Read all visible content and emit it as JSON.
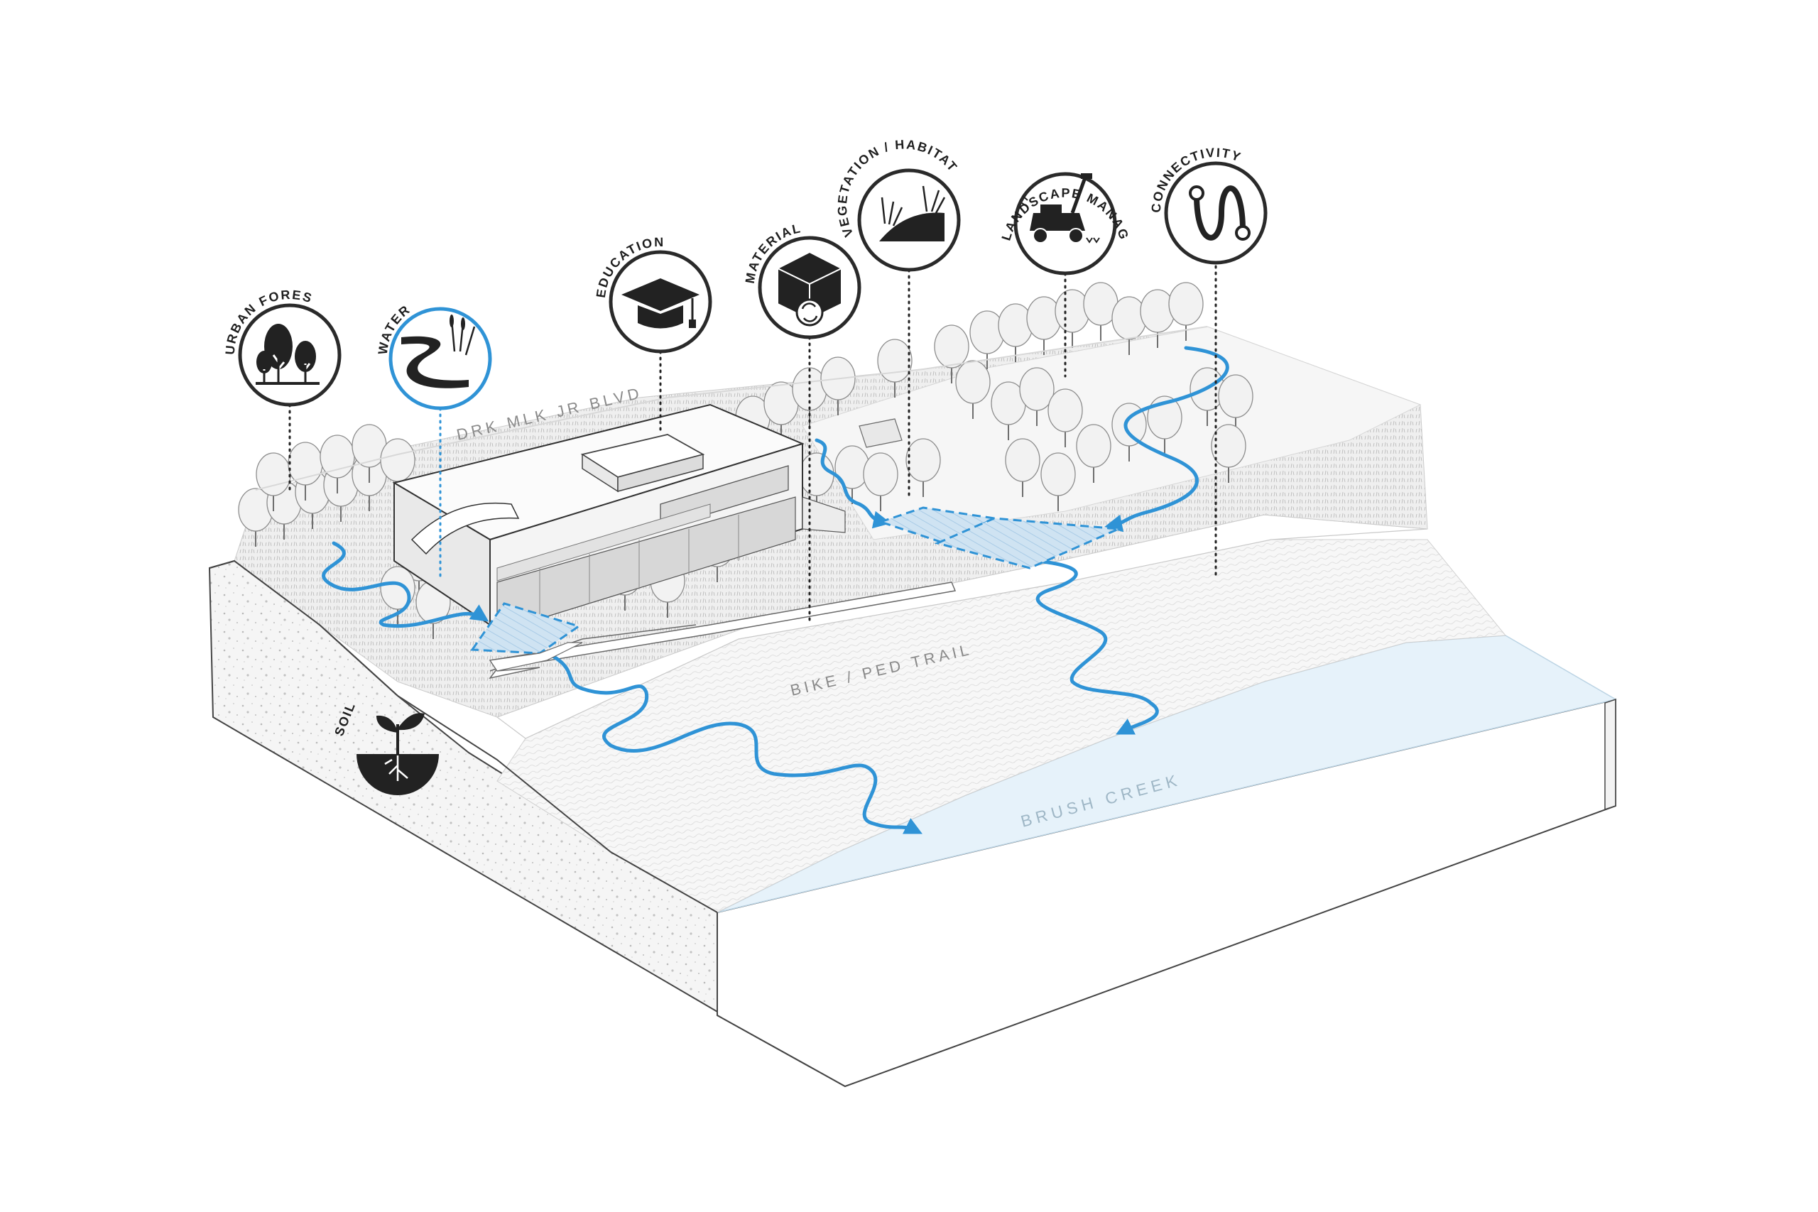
{
  "colors": {
    "accent": "#2f93d6",
    "icon_dark": "#222222",
    "creek": "#e6f2fa",
    "ground": "#f3f3f3"
  },
  "categories": [
    {
      "id": "urban-forest",
      "label": "URBAN FOREST",
      "icon": "trees-icon",
      "highlight": false
    },
    {
      "id": "water",
      "label": "WATER",
      "icon": "stream-icon",
      "highlight": true
    },
    {
      "id": "education",
      "label": "EDUCATION",
      "icon": "graduation-cap-icon",
      "highlight": false
    },
    {
      "id": "materials",
      "label": "MATERIALS",
      "icon": "recycle-box-icon",
      "highlight": false
    },
    {
      "id": "vegetation",
      "label": "VEGETATION / HABITAT",
      "icon": "hill-grass-icon",
      "highlight": false
    },
    {
      "id": "landscape",
      "label": "LANDSCAPE MANAGEMENT",
      "icon": "lawn-mower-icon",
      "highlight": false
    },
    {
      "id": "connectivity",
      "label": "CONNECTIVITY",
      "icon": "winding-path-icon",
      "highlight": false
    }
  ],
  "soil": {
    "label": "SOIL",
    "icon": "sprout-icon"
  },
  "places": {
    "road": "DRK MLK JR  BLVD",
    "trail": "BIKE / PED TRAIL",
    "creek": "BRUSH CREEK"
  }
}
